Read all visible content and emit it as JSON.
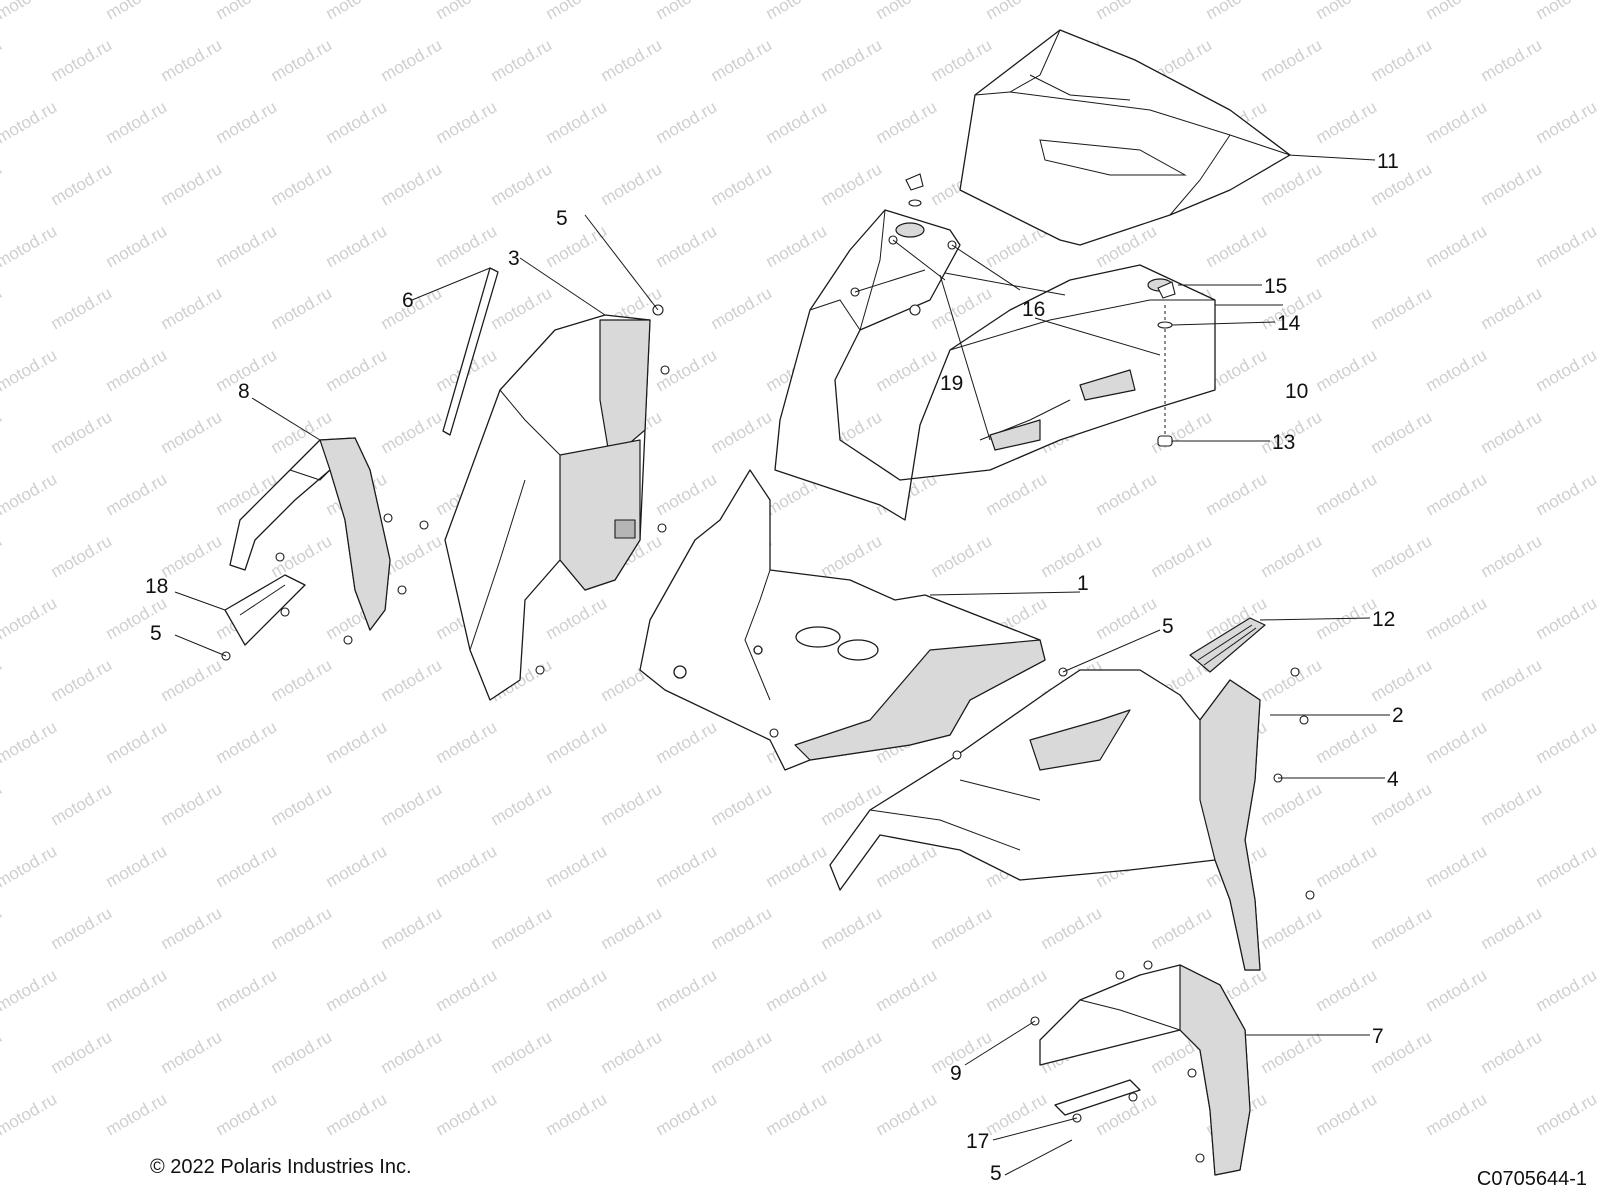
{
  "watermark": "motod.ru",
  "copyright": "© 2022 Polaris Industries Inc.",
  "drawing_number": "C0705644-1",
  "callouts": [
    {
      "id": "c1",
      "label": "1"
    },
    {
      "id": "c2",
      "label": "2"
    },
    {
      "id": "c3",
      "label": "3"
    },
    {
      "id": "c4",
      "label": "4"
    },
    {
      "id": "c5a",
      "label": "5"
    },
    {
      "id": "c5b",
      "label": "5"
    },
    {
      "id": "c5c",
      "label": "5"
    },
    {
      "id": "c5d",
      "label": "5"
    },
    {
      "id": "c6",
      "label": "6"
    },
    {
      "id": "c7",
      "label": "7"
    },
    {
      "id": "c8",
      "label": "8"
    },
    {
      "id": "c9",
      "label": "9"
    },
    {
      "id": "c10",
      "label": "10"
    },
    {
      "id": "c11",
      "label": "11"
    },
    {
      "id": "c12",
      "label": "12"
    },
    {
      "id": "c13",
      "label": "13"
    },
    {
      "id": "c14",
      "label": "14"
    },
    {
      "id": "c15",
      "label": "15"
    },
    {
      "id": "c16",
      "label": "16"
    },
    {
      "id": "c17",
      "label": "17"
    },
    {
      "id": "c18",
      "label": "18"
    },
    {
      "id": "c19",
      "label": "19"
    }
  ]
}
